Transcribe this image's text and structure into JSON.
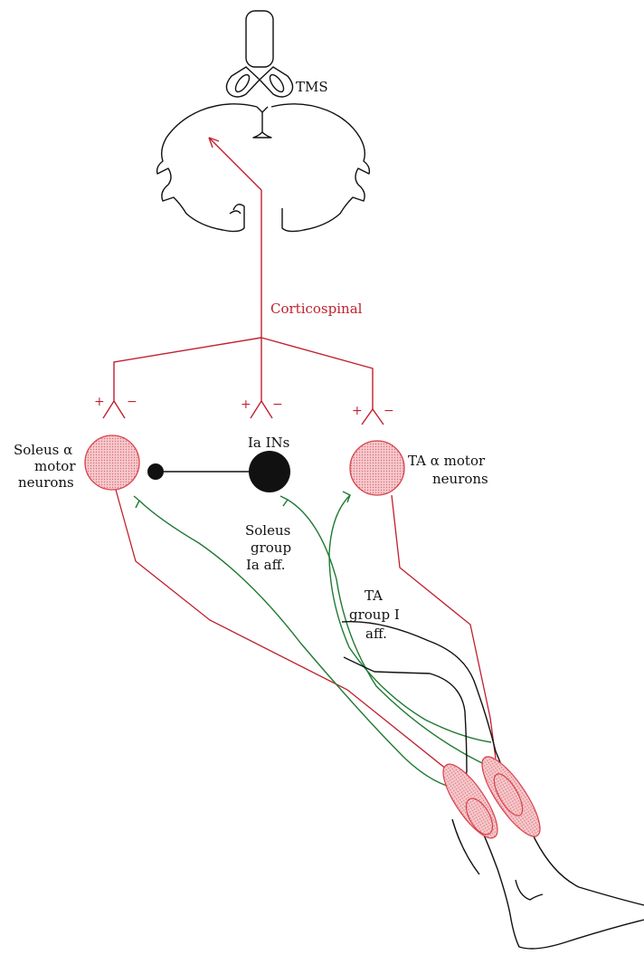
{
  "colors": {
    "corticospinal": "#c0202e",
    "afferent": "#1f7a32",
    "neuron_fill": "#f2a0a5",
    "ink": "#111111"
  },
  "labels": {
    "tms": "TMS",
    "corticospinal": "Corticospinal",
    "soleus_mn_line1": "Soleus α",
    "soleus_mn_line2": "motor",
    "soleus_mn_line3": "neurons",
    "ia_ins": "Ia INs",
    "ta_mn_line1": "TA α motor",
    "ta_mn_line2": "neurons",
    "soleus_aff_line1": "Soleus",
    "soleus_aff_line2": "group",
    "soleus_aff_line3": "Ia aff.",
    "ta_aff_line1": "TA",
    "ta_aff_line2": "group I",
    "ta_aff_line3": "aff.",
    "plus": "+",
    "minus": "−"
  }
}
